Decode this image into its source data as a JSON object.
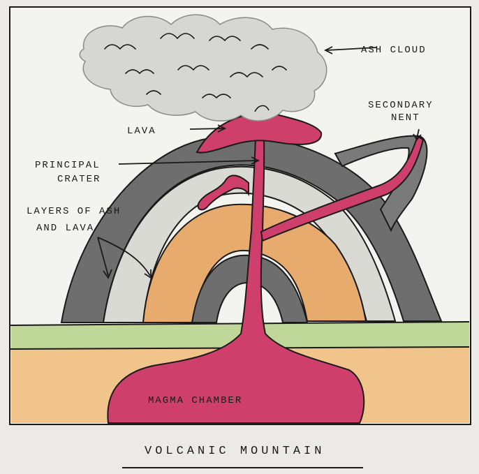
{
  "labels": {
    "ash_cloud": "ASH CLOUD",
    "lava": "LAVA",
    "secondary_vent_line1": "SECONDARY",
    "secondary_vent_line2": "NENT",
    "principal_crater_line1": "PRINCIPAL",
    "principal_crater_line2": "CRATER",
    "layers_line1": "LAYERS OF ASH",
    "layers_line2": "AND LAVA",
    "magma_chamber": "MAGMA CHAMBER"
  },
  "title": "VOLCANIC MOUNTAIN",
  "colors": {
    "paper": "#f3f3ef",
    "grey_layer": "#6e6e6e",
    "light_layer": "#dadad4",
    "orange_layer": "#e8ab6e",
    "ground_green": "#bfd89a",
    "ground_orange": "#f0c48a",
    "magma": "#cf3f6b",
    "ink": "#1a1a1a"
  }
}
